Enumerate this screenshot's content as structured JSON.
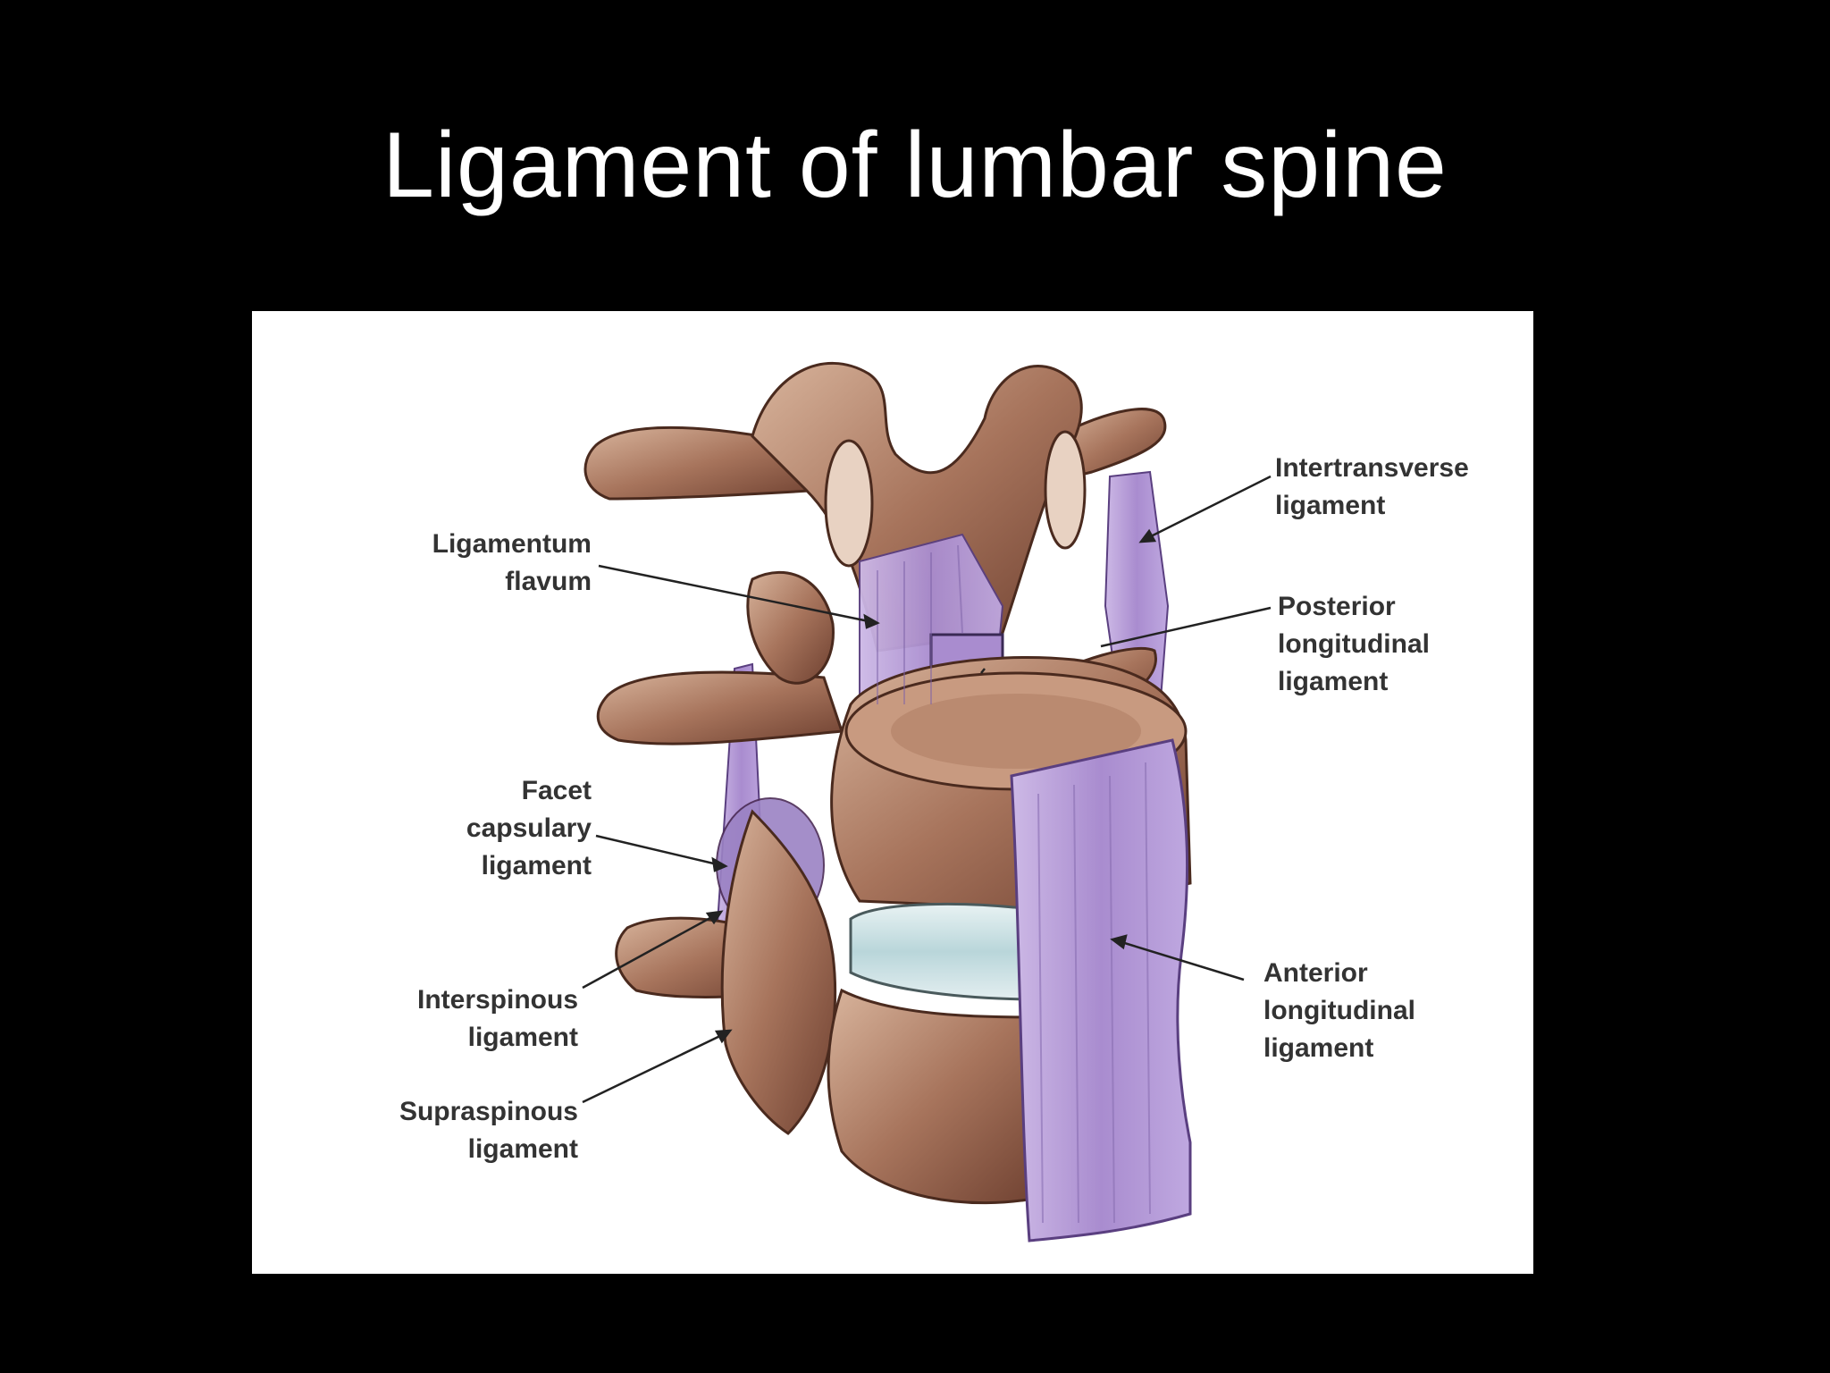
{
  "slide": {
    "title": "Ligament of lumbar spine",
    "background": "#000000",
    "title_color": "#ffffff"
  },
  "figure": {
    "background": "#ffffff",
    "colors": {
      "bone": "#a7745c",
      "bone_dark": "#6e4030",
      "bone_light": "#d8b49c",
      "ligament": "#a98ccf",
      "ligament_light": "#cdb9e6",
      "disc": "#cfe2e4",
      "label": "#333333"
    },
    "labels": {
      "ligamentum_flavum": "Ligamentum\nflavum",
      "facet_capsulary": "Facet\ncapsulary\nligament",
      "interspinous": "Interspinous\nligament",
      "supraspinous": "Supraspinous\nligament",
      "intertransverse": "Intertransverse\nligament",
      "posterior_longitudinal": "Posterior\nlongitudinal\nligament",
      "anterior_longitudinal": "Anterior\nlongitudinal\nligament"
    }
  }
}
